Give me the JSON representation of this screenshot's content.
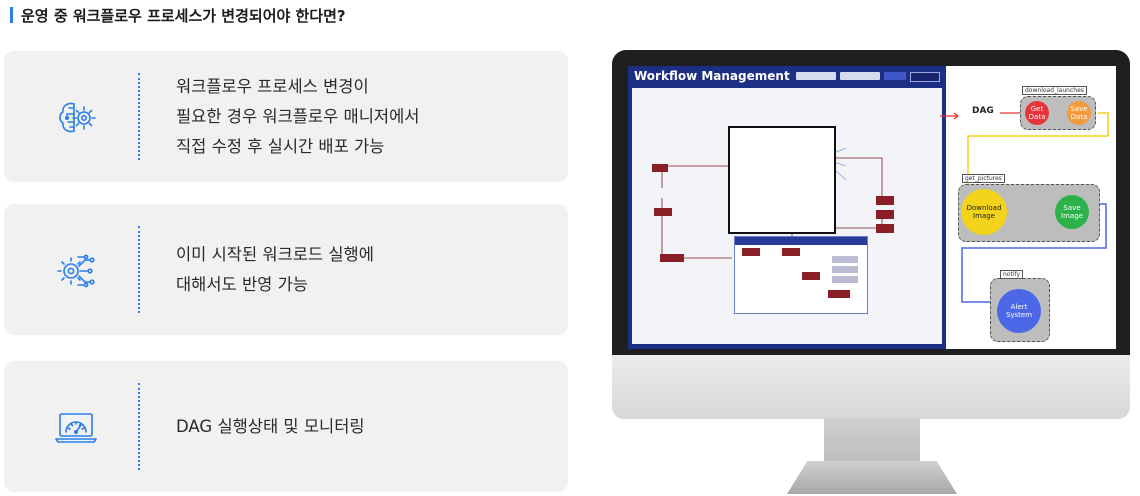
{
  "heading": "운영 중 워크플로우 프로세스가 변경되어야 한다면?",
  "cards": [
    {
      "icon": "brain-gear-icon",
      "lines": [
        "워크플로우 프로세스 변경이",
        "필요한 경우 워크플로우 매니저에서",
        "직접 수정 후 실시간 배포 가능"
      ]
    },
    {
      "icon": "gear-circuit-icon",
      "lines": [
        "이미 시작된 워크로드 실행에",
        "대해서도 반영 가능"
      ]
    },
    {
      "icon": "laptop-gauge-icon",
      "lines": [
        "DAG 실행상태 및 모니터링"
      ]
    }
  ],
  "monitor": {
    "app_title": "Workflow Management",
    "dag_label": "DAG",
    "groups": [
      {
        "tag": "download_launches",
        "nodes": [
          "Get Data",
          "Save Data"
        ]
      },
      {
        "tag": "get_pictures",
        "nodes": [
          "Download Image",
          "Save Image"
        ]
      },
      {
        "tag": "notify",
        "nodes": [
          "Alert System"
        ]
      }
    ]
  },
  "colors": {
    "accent": "#2b7de9",
    "card_bg": "#f1f1f2",
    "app_header": "#1d2f84",
    "node_red": "#e8333a",
    "node_orange": "#f39a3c",
    "node_yellow": "#f3d31c",
    "node_green": "#2bb24a",
    "node_blue": "#4c68e8",
    "connector_yellow": "#f3d31c",
    "connector_blue": "#4c68e8"
  }
}
